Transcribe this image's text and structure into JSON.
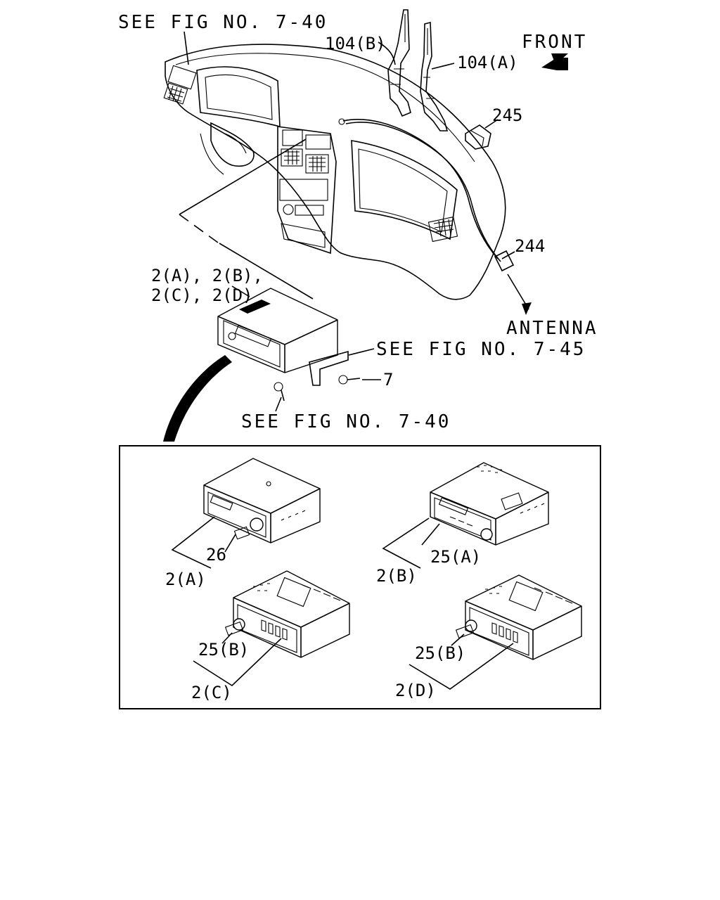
{
  "labels": {
    "see_fig_top": "SEE FIG NO. 7-40",
    "part_104b": "104(B)",
    "part_104a": "104(A)",
    "front": "FRONT",
    "part_245": "245",
    "part_244": "244",
    "antenna": "ANTENNA",
    "radio_variants_line1": "2(A), 2(B),",
    "radio_variants_line2": "2(C), 2(D)",
    "see_fig_7_45": "SEE FIG NO. 7-45",
    "part_7": "7",
    "see_fig_bottom": "SEE FIG NO. 7-40"
  },
  "detail_box": {
    "radio_a": {
      "knob": "26",
      "unit": "2(A)"
    },
    "radio_b": {
      "knob": "25(A)",
      "unit": "2(B)"
    },
    "radio_c": {
      "knob": "25(B)",
      "unit": "2(C)"
    },
    "radio_d": {
      "knob": "25(B)",
      "unit": "2(D)"
    }
  }
}
